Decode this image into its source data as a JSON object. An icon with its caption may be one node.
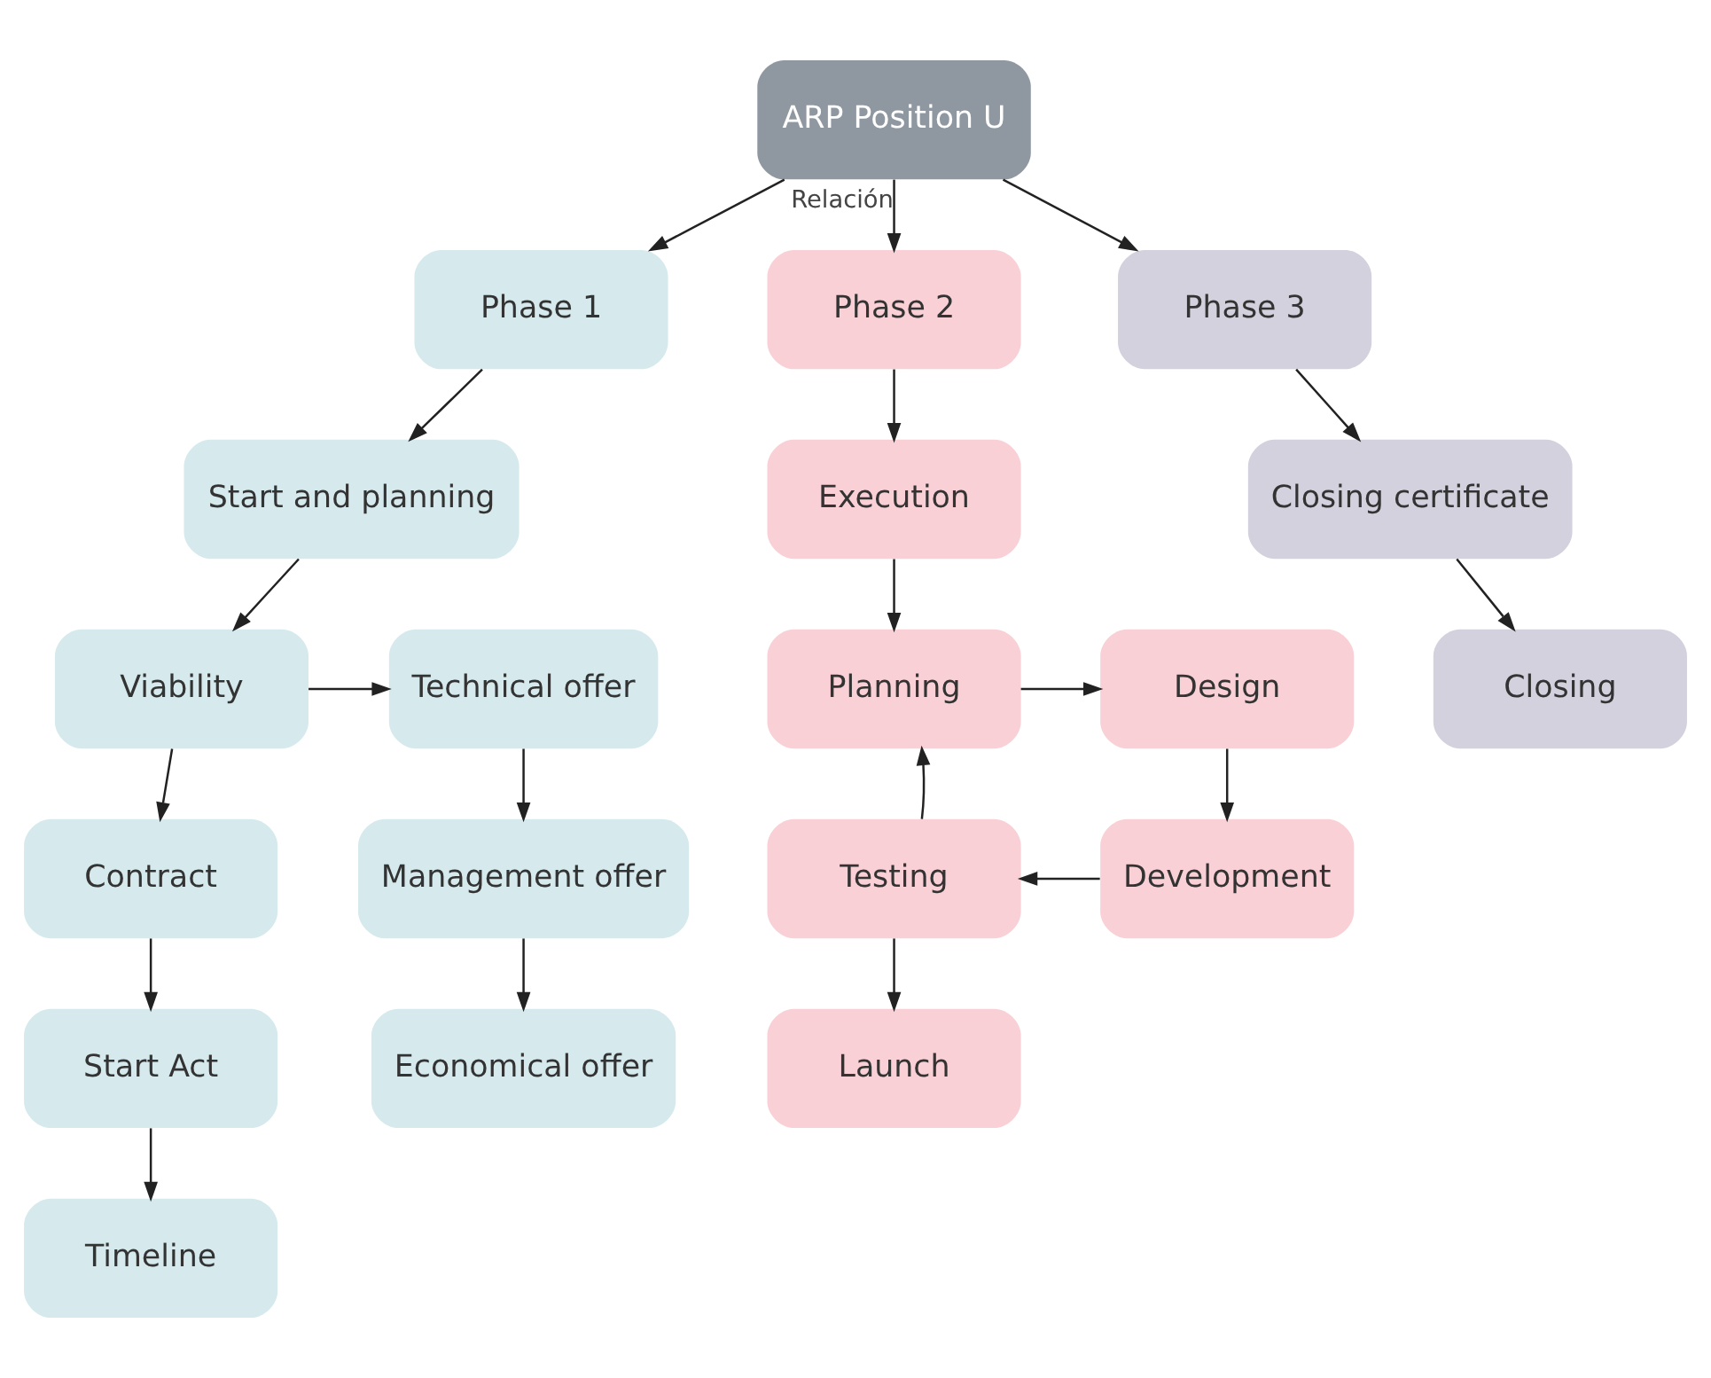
{
  "diagram": {
    "nodes": [
      {
        "text": [
          "ARP Position U"
        ]
      },
      {
        "text": [
          "Phase 1"
        ]
      },
      {
        "text": [
          "Start and planning"
        ]
      },
      {
        "text": [
          "Viability"
        ]
      },
      {
        "text": [
          "Technical offer"
        ]
      },
      {
        "text": [
          "Management offer"
        ]
      },
      {
        "text": [
          "Economical offer"
        ]
      },
      {
        "text": [
          "Contract"
        ]
      },
      {
        "text": [
          "Start Act"
        ]
      },
      {
        "text": [
          "Timeline"
        ]
      },
      {
        "text": [
          "Phase 2"
        ]
      },
      {
        "text": [
          "Execution"
        ]
      },
      {
        "text": [
          "Planning"
        ]
      },
      {
        "text": [
          "Design"
        ]
      },
      {
        "text": [
          "Development"
        ]
      },
      {
        "text": [
          "Testing"
        ]
      },
      {
        "text": [
          "Launch"
        ]
      },
      {
        "text": [
          "Phase 3"
        ]
      },
      {
        "text": [
          "Closing certificate"
        ]
      },
      {
        "text": [
          "Closing"
        ]
      }
    ],
    "edges": [
      {
        "from": 0,
        "to": 1,
        "arrow": "to"
      },
      {
        "from": 0,
        "to": 10,
        "arrow": "to",
        "label": "Relación"
      },
      {
        "from": 0,
        "to": 17,
        "arrow": "to"
      },
      {
        "from": 1,
        "to": 2,
        "arrow": "to"
      },
      {
        "from": 2,
        "to": 3,
        "arrow": "to"
      },
      {
        "from": 3,
        "to": 4,
        "arrow": "to"
      },
      {
        "from": 4,
        "to": 5,
        "arrow": "to"
      },
      {
        "from": 5,
        "to": 6,
        "arrow": "to"
      },
      {
        "from": 3,
        "to": 7,
        "arrow": "to"
      },
      {
        "from": 7,
        "to": 8,
        "arrow": "to"
      },
      {
        "from": 8,
        "to": 9,
        "arrow": "to"
      },
      {
        "from": 10,
        "to": 11,
        "arrow": "to"
      },
      {
        "from": 11,
        "to": 12,
        "arrow": "to"
      },
      {
        "from": 12,
        "to": 13,
        "arrow": "to"
      },
      {
        "from": 13,
        "to": 14,
        "arrow": "to"
      },
      {
        "from": 14,
        "to": 15,
        "arrow": "to"
      },
      {
        "from": 15,
        "to": 12,
        "arrow": "to"
      },
      {
        "from": 15,
        "to": 16,
        "arrow": "to"
      },
      {
        "from": 17,
        "to": 18,
        "arrow": "to"
      },
      {
        "from": 18,
        "to": 19,
        "arrow": "to"
      }
    ]
  }
}
